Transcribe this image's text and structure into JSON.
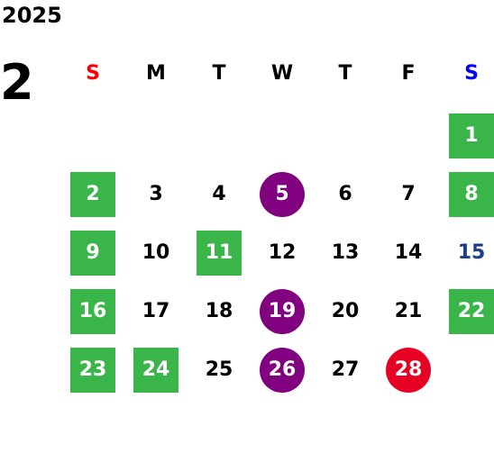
{
  "year": "2025",
  "month": "2",
  "weekdays": [
    {
      "label": "S",
      "color": "#ff0000"
    },
    {
      "label": "M",
      "color": "#000000"
    },
    {
      "label": "T",
      "color": "#000000"
    },
    {
      "label": "W",
      "color": "#000000"
    },
    {
      "label": "T",
      "color": "#000000"
    },
    {
      "label": "F",
      "color": "#000000"
    },
    {
      "label": "S",
      "color": "#0000ff"
    }
  ],
  "first_weekday_index": 6,
  "days": [
    {
      "label": "1",
      "style": "green"
    },
    {
      "label": "2",
      "style": "green"
    },
    {
      "label": "3",
      "style": "plain"
    },
    {
      "label": "4",
      "style": "plain"
    },
    {
      "label": "5",
      "style": "purple"
    },
    {
      "label": "6",
      "style": "plain"
    },
    {
      "label": "7",
      "style": "plain"
    },
    {
      "label": "8",
      "style": "green"
    },
    {
      "label": "9",
      "style": "green"
    },
    {
      "label": "10",
      "style": "plain"
    },
    {
      "label": "11",
      "style": "green"
    },
    {
      "label": "12",
      "style": "plain"
    },
    {
      "label": "13",
      "style": "plain"
    },
    {
      "label": "14",
      "style": "plain"
    },
    {
      "label": "15",
      "style": "blue"
    },
    {
      "label": "16",
      "style": "green"
    },
    {
      "label": "17",
      "style": "plain"
    },
    {
      "label": "18",
      "style": "plain"
    },
    {
      "label": "19",
      "style": "purple"
    },
    {
      "label": "20",
      "style": "plain"
    },
    {
      "label": "21",
      "style": "plain"
    },
    {
      "label": "22",
      "style": "green"
    },
    {
      "label": "23",
      "style": "green"
    },
    {
      "label": "24",
      "style": "green"
    },
    {
      "label": "25",
      "style": "plain"
    },
    {
      "label": "26",
      "style": "purple"
    },
    {
      "label": "27",
      "style": "plain"
    },
    {
      "label": "28",
      "style": "red"
    }
  ],
  "colors": {
    "green": "#3ab54a",
    "purple": "#800080",
    "red": "#e60023",
    "blue": "#1d3d8f"
  }
}
